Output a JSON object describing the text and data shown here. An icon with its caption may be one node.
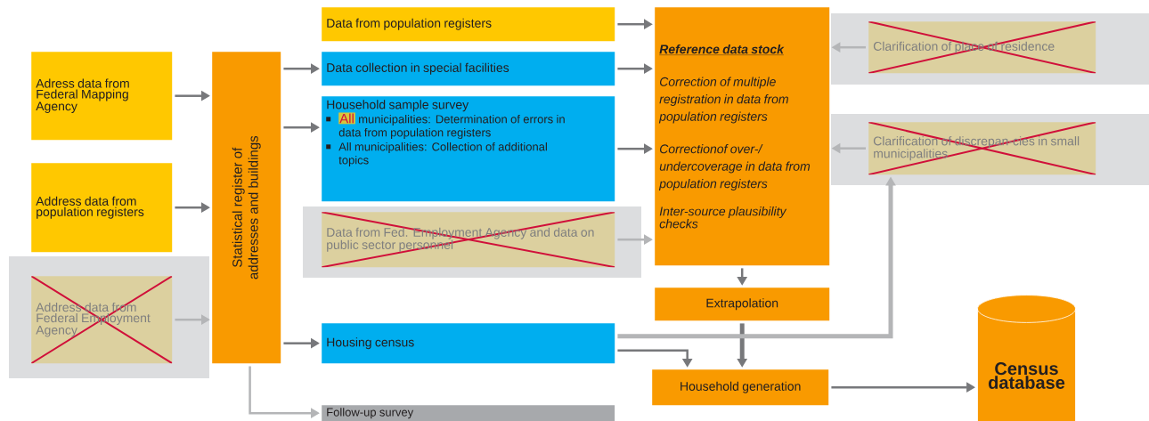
{
  "diagram": {
    "nodes": [
      {
        "text": [
          "Adress data from Federal Mapping Agency"
        ]
      },
      {
        "text": [
          "Address data from population registers"
        ]
      },
      {
        "text": [
          "Address data from Federal Employment Agency"
        ]
      },
      {
        "text": [
          "Statistical register of addresses and buildings"
        ]
      },
      {
        "text": [
          "Data from population registers"
        ]
      },
      {
        "text": [
          "Data collection in special facilities"
        ]
      },
      {
        "text": [
          "Household sample survey",
          "municipalities: Determination of errors in data from population registers",
          "All municipalities: Collection of additional topics"
        ]
      },
      {
        "text": [
          "Data from Fed. Employment Agency and data on public sector personnel"
        ]
      },
      {
        "text": [
          "Housing census"
        ]
      },
      {
        "text": [
          "Follow-up survey"
        ]
      },
      {
        "text": [
          "Reference data stock",
          "Correction of multiple registration in data from population registers",
          "Correctionof over-/ undercoverage in data from population registers",
          "Inter-source plausibility checks"
        ]
      },
      {
        "text": [
          "Clarification of place of residence"
        ]
      },
      {
        "text": [
          "Clarification of discrepan-cies in small municipalities"
        ]
      },
      {
        "text": [
          "Extrapolation"
        ]
      },
      {
        "text": [
          "Household generation"
        ]
      },
      {
        "text": [
          "Census database"
        ]
      }
    ],
    "edges": [
      {
        "from": 0,
        "to": 3,
        "arrow": "to"
      },
      {
        "from": 1,
        "to": 3,
        "arrow": "to"
      },
      {
        "from": 2,
        "to": 3,
        "arrow": "to",
        "color": "#b4b5b7"
      },
      {
        "from": 3,
        "to": 5,
        "arrow": "to"
      },
      {
        "from": 3,
        "to": 6,
        "arrow": "to"
      },
      {
        "from": 3,
        "to": 8,
        "arrow": "to"
      },
      {
        "from": 3,
        "to": 9,
        "arrow": "to",
        "color": "#b4b5b7"
      },
      {
        "from": 4,
        "to": 10,
        "arrow": "to"
      },
      {
        "from": 5,
        "to": 10,
        "arrow": "to"
      },
      {
        "from": 6,
        "to": 10,
        "arrow": "to"
      },
      {
        "from": 7,
        "to": 10,
        "arrow": "to",
        "color": "#b4b5b7"
      },
      {
        "from": 11,
        "to": 10,
        "arrow": "to",
        "color": "#b4b5b7"
      },
      {
        "from": 12,
        "to": 10,
        "arrow": "to",
        "color": "#b4b5b7"
      },
      {
        "from": 10,
        "to": 13,
        "arrow": "to"
      },
      {
        "from": 13,
        "to": 14,
        "arrow": "to",
        "style": "thick"
      },
      {
        "from": 8,
        "to": 14,
        "arrow": "to"
      },
      {
        "from": 8,
        "to": 12,
        "arrow": "to",
        "style": "thick",
        "color": "#b4b5b7"
      },
      {
        "from": 14,
        "to": 15,
        "arrow": "to"
      }
    ],
    "labels": [
      "All"
    ]
  }
}
